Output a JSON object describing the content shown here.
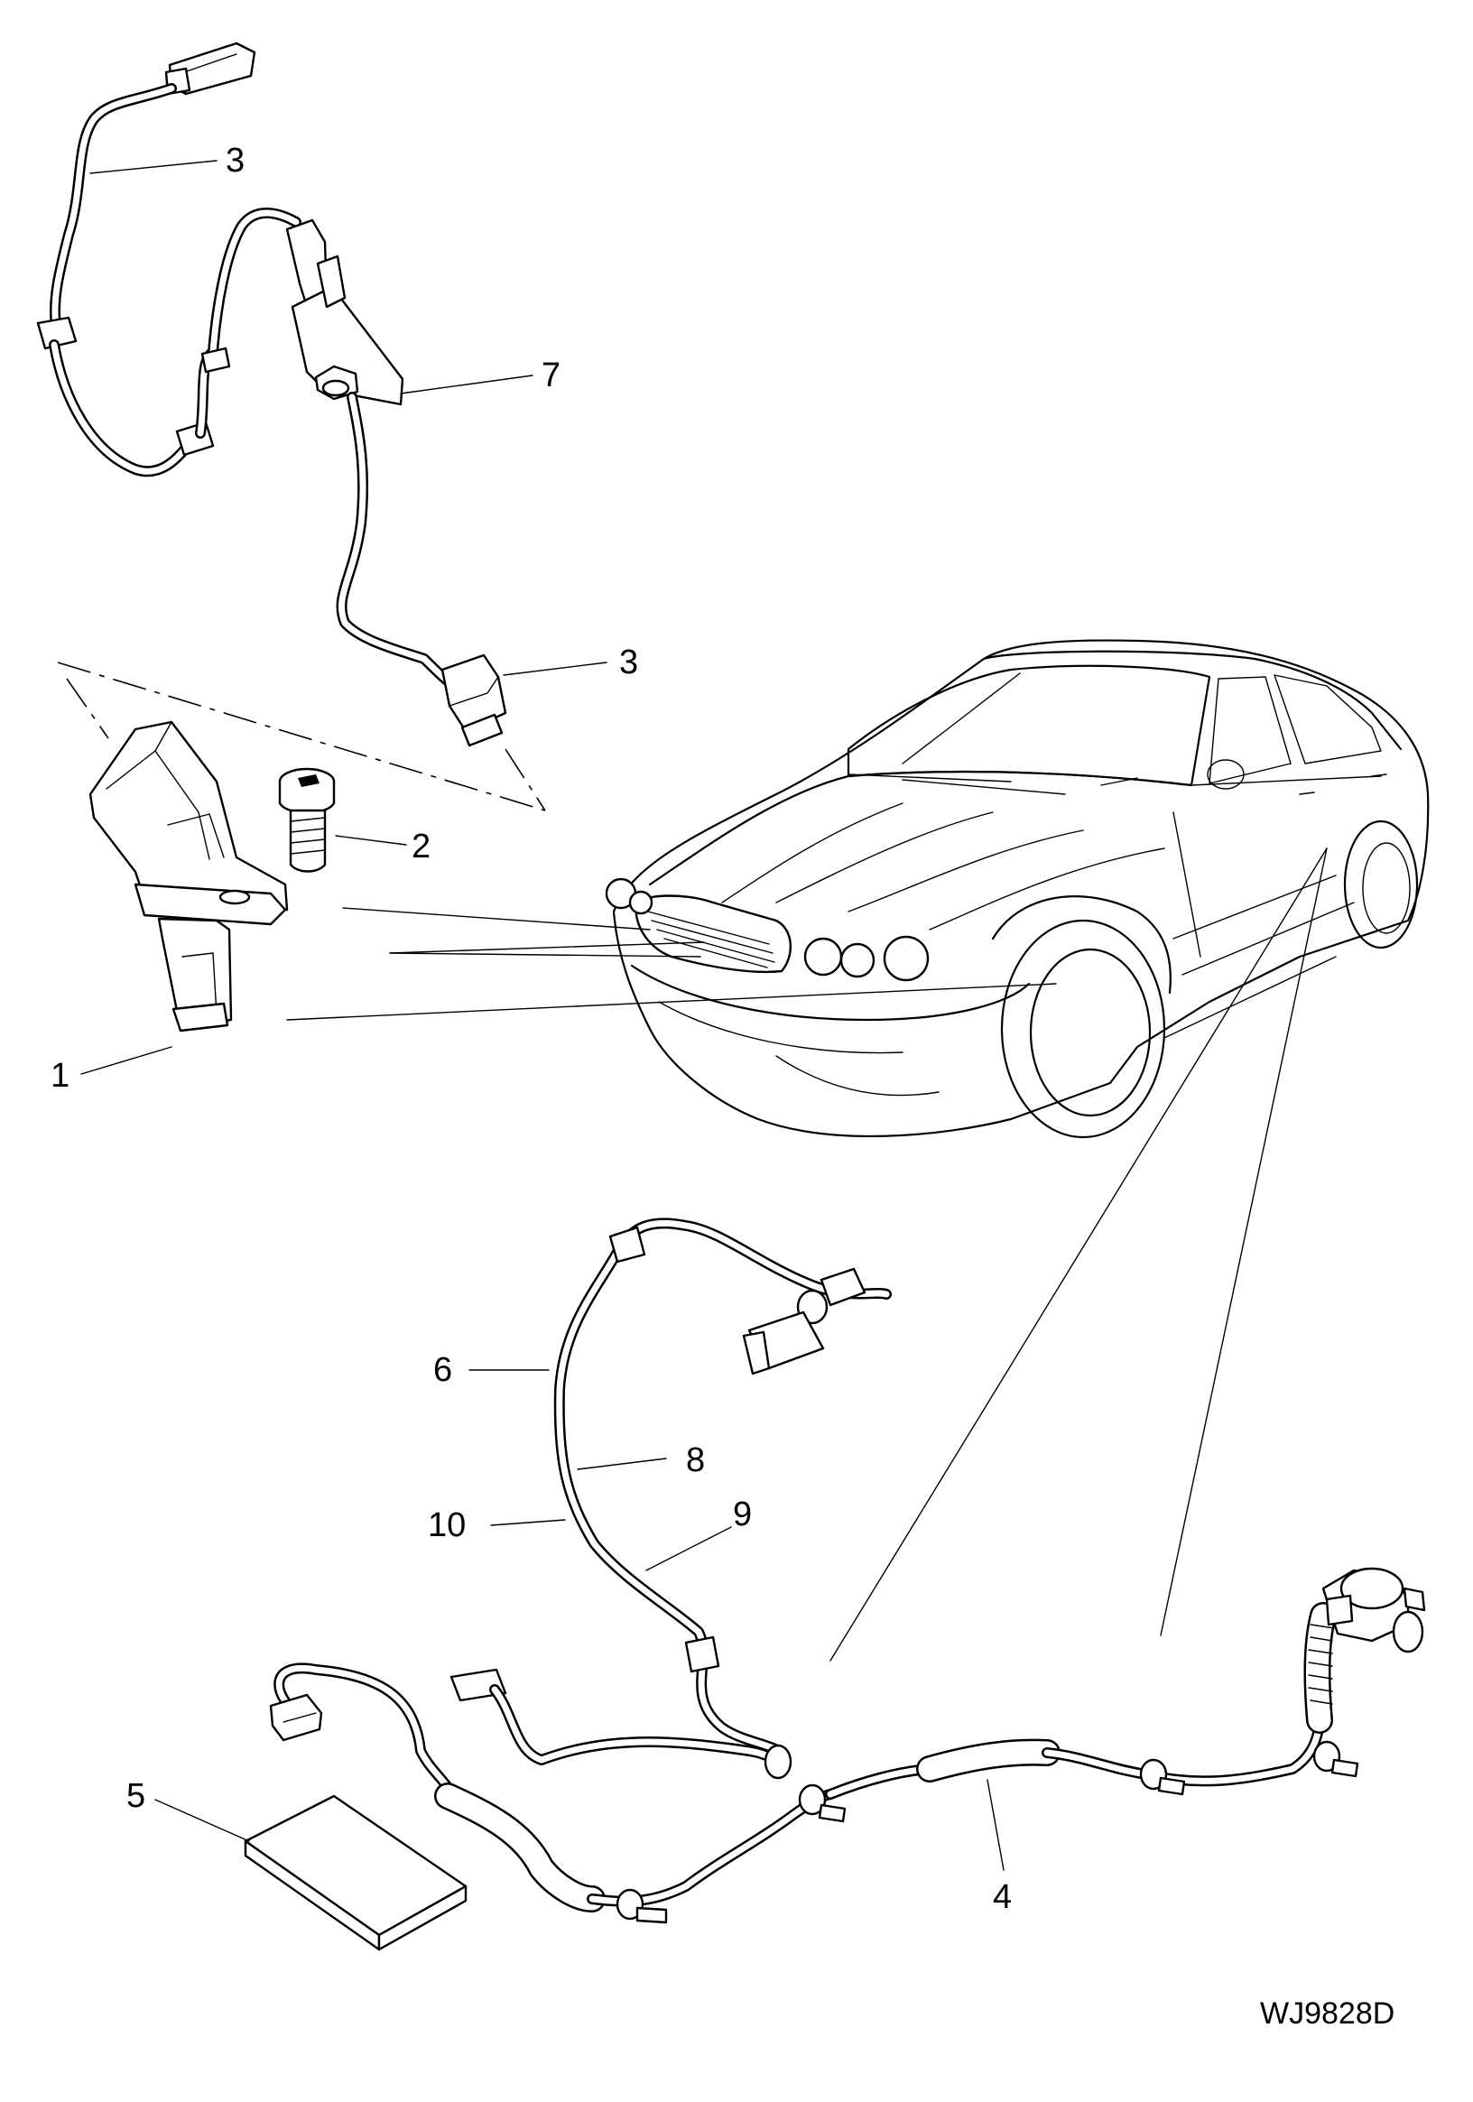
{
  "callouts": [
    {
      "id": "c1",
      "label": "1"
    },
    {
      "id": "c2",
      "label": "2"
    },
    {
      "id": "c3a",
      "label": "3"
    },
    {
      "id": "c3b",
      "label": "3"
    },
    {
      "id": "c4",
      "label": "4"
    },
    {
      "id": "c5",
      "label": "5"
    },
    {
      "id": "c6",
      "label": "6"
    },
    {
      "id": "c7",
      "label": "7"
    },
    {
      "id": "c8",
      "label": "8"
    },
    {
      "id": "c9",
      "label": "9"
    },
    {
      "id": "c10",
      "label": "10"
    }
  ],
  "drawing_reference": "WJ9828D"
}
